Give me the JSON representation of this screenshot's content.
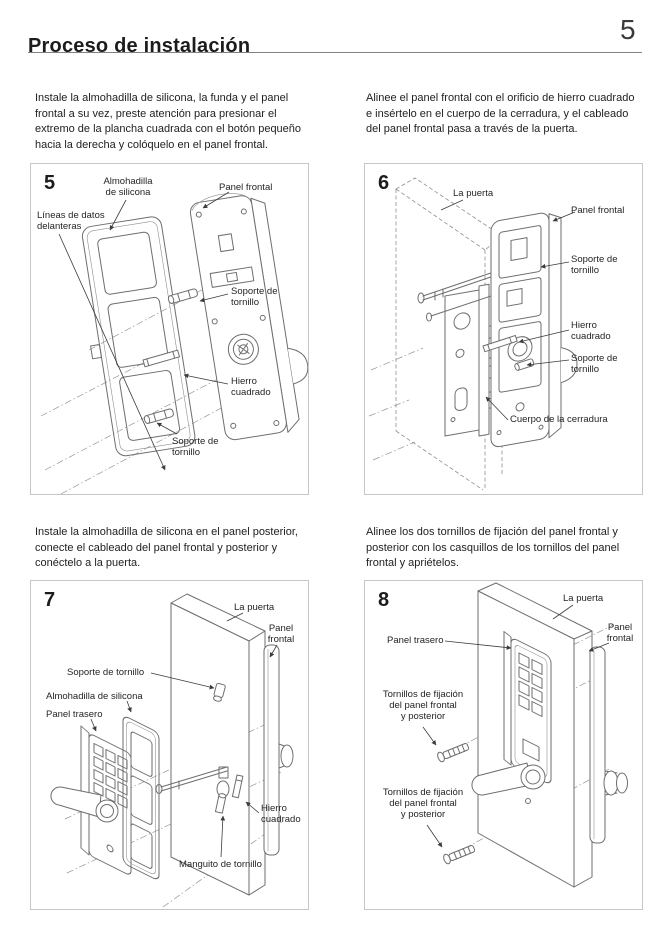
{
  "page": {
    "title": "Proceso de instalación",
    "page_number": "5"
  },
  "steps": {
    "step5": {
      "number": "5",
      "intro": [
        "Instale la almohadilla de silicona, la funda y el panel",
        "frontal a su vez, preste atención para presionar el",
        "extremo de la plancha cuadrada con el botón pequeño",
        "hacia la derecha y colóquelo en el panel frontal."
      ],
      "labels": {
        "silicone_pad": [
          "Almohadilla",
          "de silicona"
        ],
        "front_panel": "Panel frontal",
        "front_data_lines": [
          "Líneas de datos",
          "delanteras"
        ],
        "screw_support_top": [
          "Soporte de",
          "tornillo"
        ],
        "square_iron": [
          "Hierro",
          "cuadrado"
        ],
        "screw_support_bottom": [
          "Soporte de",
          "tornillo"
        ]
      }
    },
    "step6": {
      "number": "6",
      "intro": [
        "Alinee el panel frontal con el orificio de hierro cuadrado",
        "e insértelo en el cuerpo de la cerradura, y el cableado",
        "del panel frontal pasa a través de la puerta."
      ],
      "labels": {
        "door": "La puerta",
        "front_panel": "Panel frontal",
        "screw_support_top": [
          "Soporte de",
          "tornillo"
        ],
        "square_iron": [
          "Hierro",
          "cuadrado"
        ],
        "screw_support_bottom": [
          "Soporte de",
          "tornillo"
        ],
        "lock_body": "Cuerpo de la cerradura"
      }
    },
    "step7": {
      "number": "7",
      "intro": [
        "Instale la almohadilla de silicona en el panel posterior,",
        "conecte el cableado del panel frontal y posterior y",
        "conéctelo a la puerta."
      ],
      "labels": {
        "door": "La puerta",
        "front_panel": [
          "Panel",
          "frontal"
        ],
        "screw_support": "Soporte de tornillo",
        "silicone_pad": "Almohadilla de silicona",
        "rear_panel": "Panel trasero",
        "square_iron": [
          "Hierro",
          "cuadrado"
        ],
        "screw_sleeve": "Manguito de tornillo"
      }
    },
    "step8": {
      "number": "8",
      "intro": [
        "Alinee los dos tornillos de fijación del panel frontal y",
        "posterior con los casquillos de los tornillos del panel",
        "frontal y apriételos."
      ],
      "labels": {
        "door": "La puerta",
        "front_panel": [
          "Panel",
          "frontal"
        ],
        "rear_panel": "Panel trasero",
        "fixing_screws_top": [
          "Tornillos de fijación",
          "del panel frontal",
          "y posterior"
        ],
        "fixing_screws_bottom": [
          "Tornillos de fijación",
          "del panel frontal",
          "y posterior"
        ]
      }
    }
  }
}
